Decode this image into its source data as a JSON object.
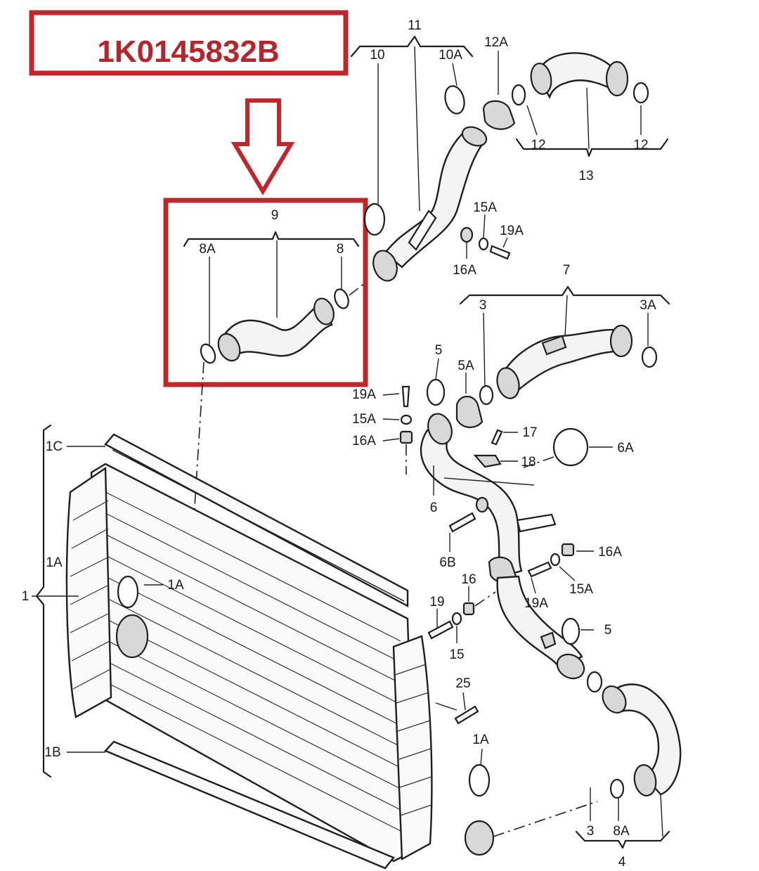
{
  "part_number": "1K0145832B",
  "callouts": {
    "c1": "1",
    "c1A_top": "1A",
    "c1A_mid": "1A",
    "c1A_bottom": "1A",
    "c1B": "1B",
    "c1C": "1C",
    "c3_top": "3",
    "c3_bottom": "3",
    "c3A": "3A",
    "c4": "4",
    "c5_top": "5",
    "c5_bottom": "5",
    "c5A": "5A",
    "c6": "6",
    "c6A": "6A",
    "c6B": "6B",
    "c7": "7",
    "c8": "8",
    "c8A_box": "8A",
    "c8A_bottom": "8A",
    "c9": "9",
    "c10": "10",
    "c10A": "10A",
    "c11": "11",
    "c12_left": "12",
    "c12_right": "12",
    "c12A": "12A",
    "c13": "13",
    "c15": "15",
    "c15A_top": "15A",
    "c15A_left": "15A",
    "c15A_right": "15A",
    "c16": "16",
    "c16A_top": "16A",
    "c16A_left": "16A",
    "c16A_right": "16A",
    "c17": "17",
    "c18": "18",
    "c19": "19",
    "c19A_top": "19A",
    "c19A_left": "19A",
    "c19A_right": "19A",
    "c25": "25"
  }
}
